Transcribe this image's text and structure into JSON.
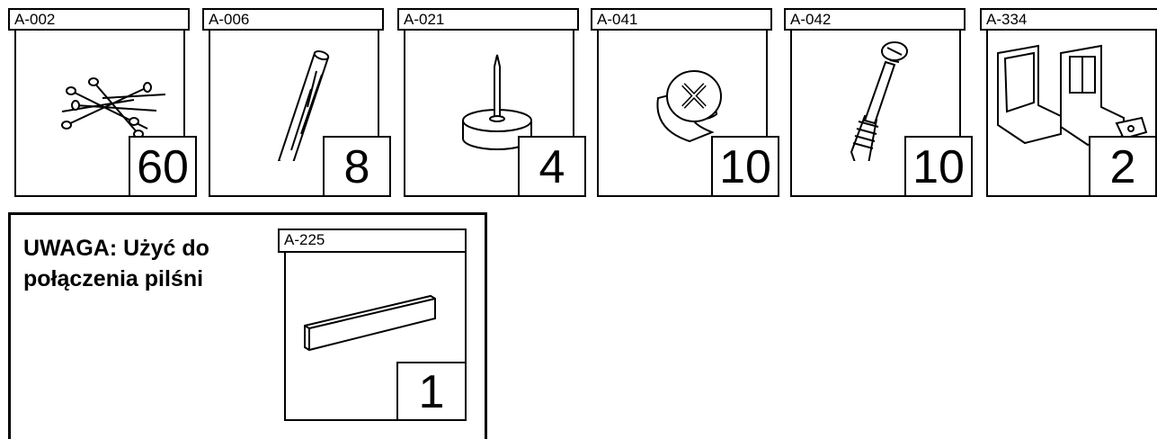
{
  "parts": [
    {
      "code": "A-002",
      "qty": "60",
      "icon": "nails-icon"
    },
    {
      "code": "A-006",
      "qty": "8",
      "icon": "wooden-dowel-icon"
    },
    {
      "code": "A-021",
      "qty": "4",
      "icon": "furniture-glide-icon"
    },
    {
      "code": "A-041",
      "qty": "10",
      "icon": "cam-lock-icon"
    },
    {
      "code": "A-042",
      "qty": "10",
      "icon": "cam-bolt-icon"
    },
    {
      "code": "A-334",
      "qty": "2",
      "icon": "angle-bracket-icon"
    }
  ],
  "note": {
    "text": "UWAGA: Użyć do połączenia pilśni",
    "part": {
      "code": "A-225",
      "qty": "1",
      "icon": "wooden-strip-icon"
    }
  }
}
